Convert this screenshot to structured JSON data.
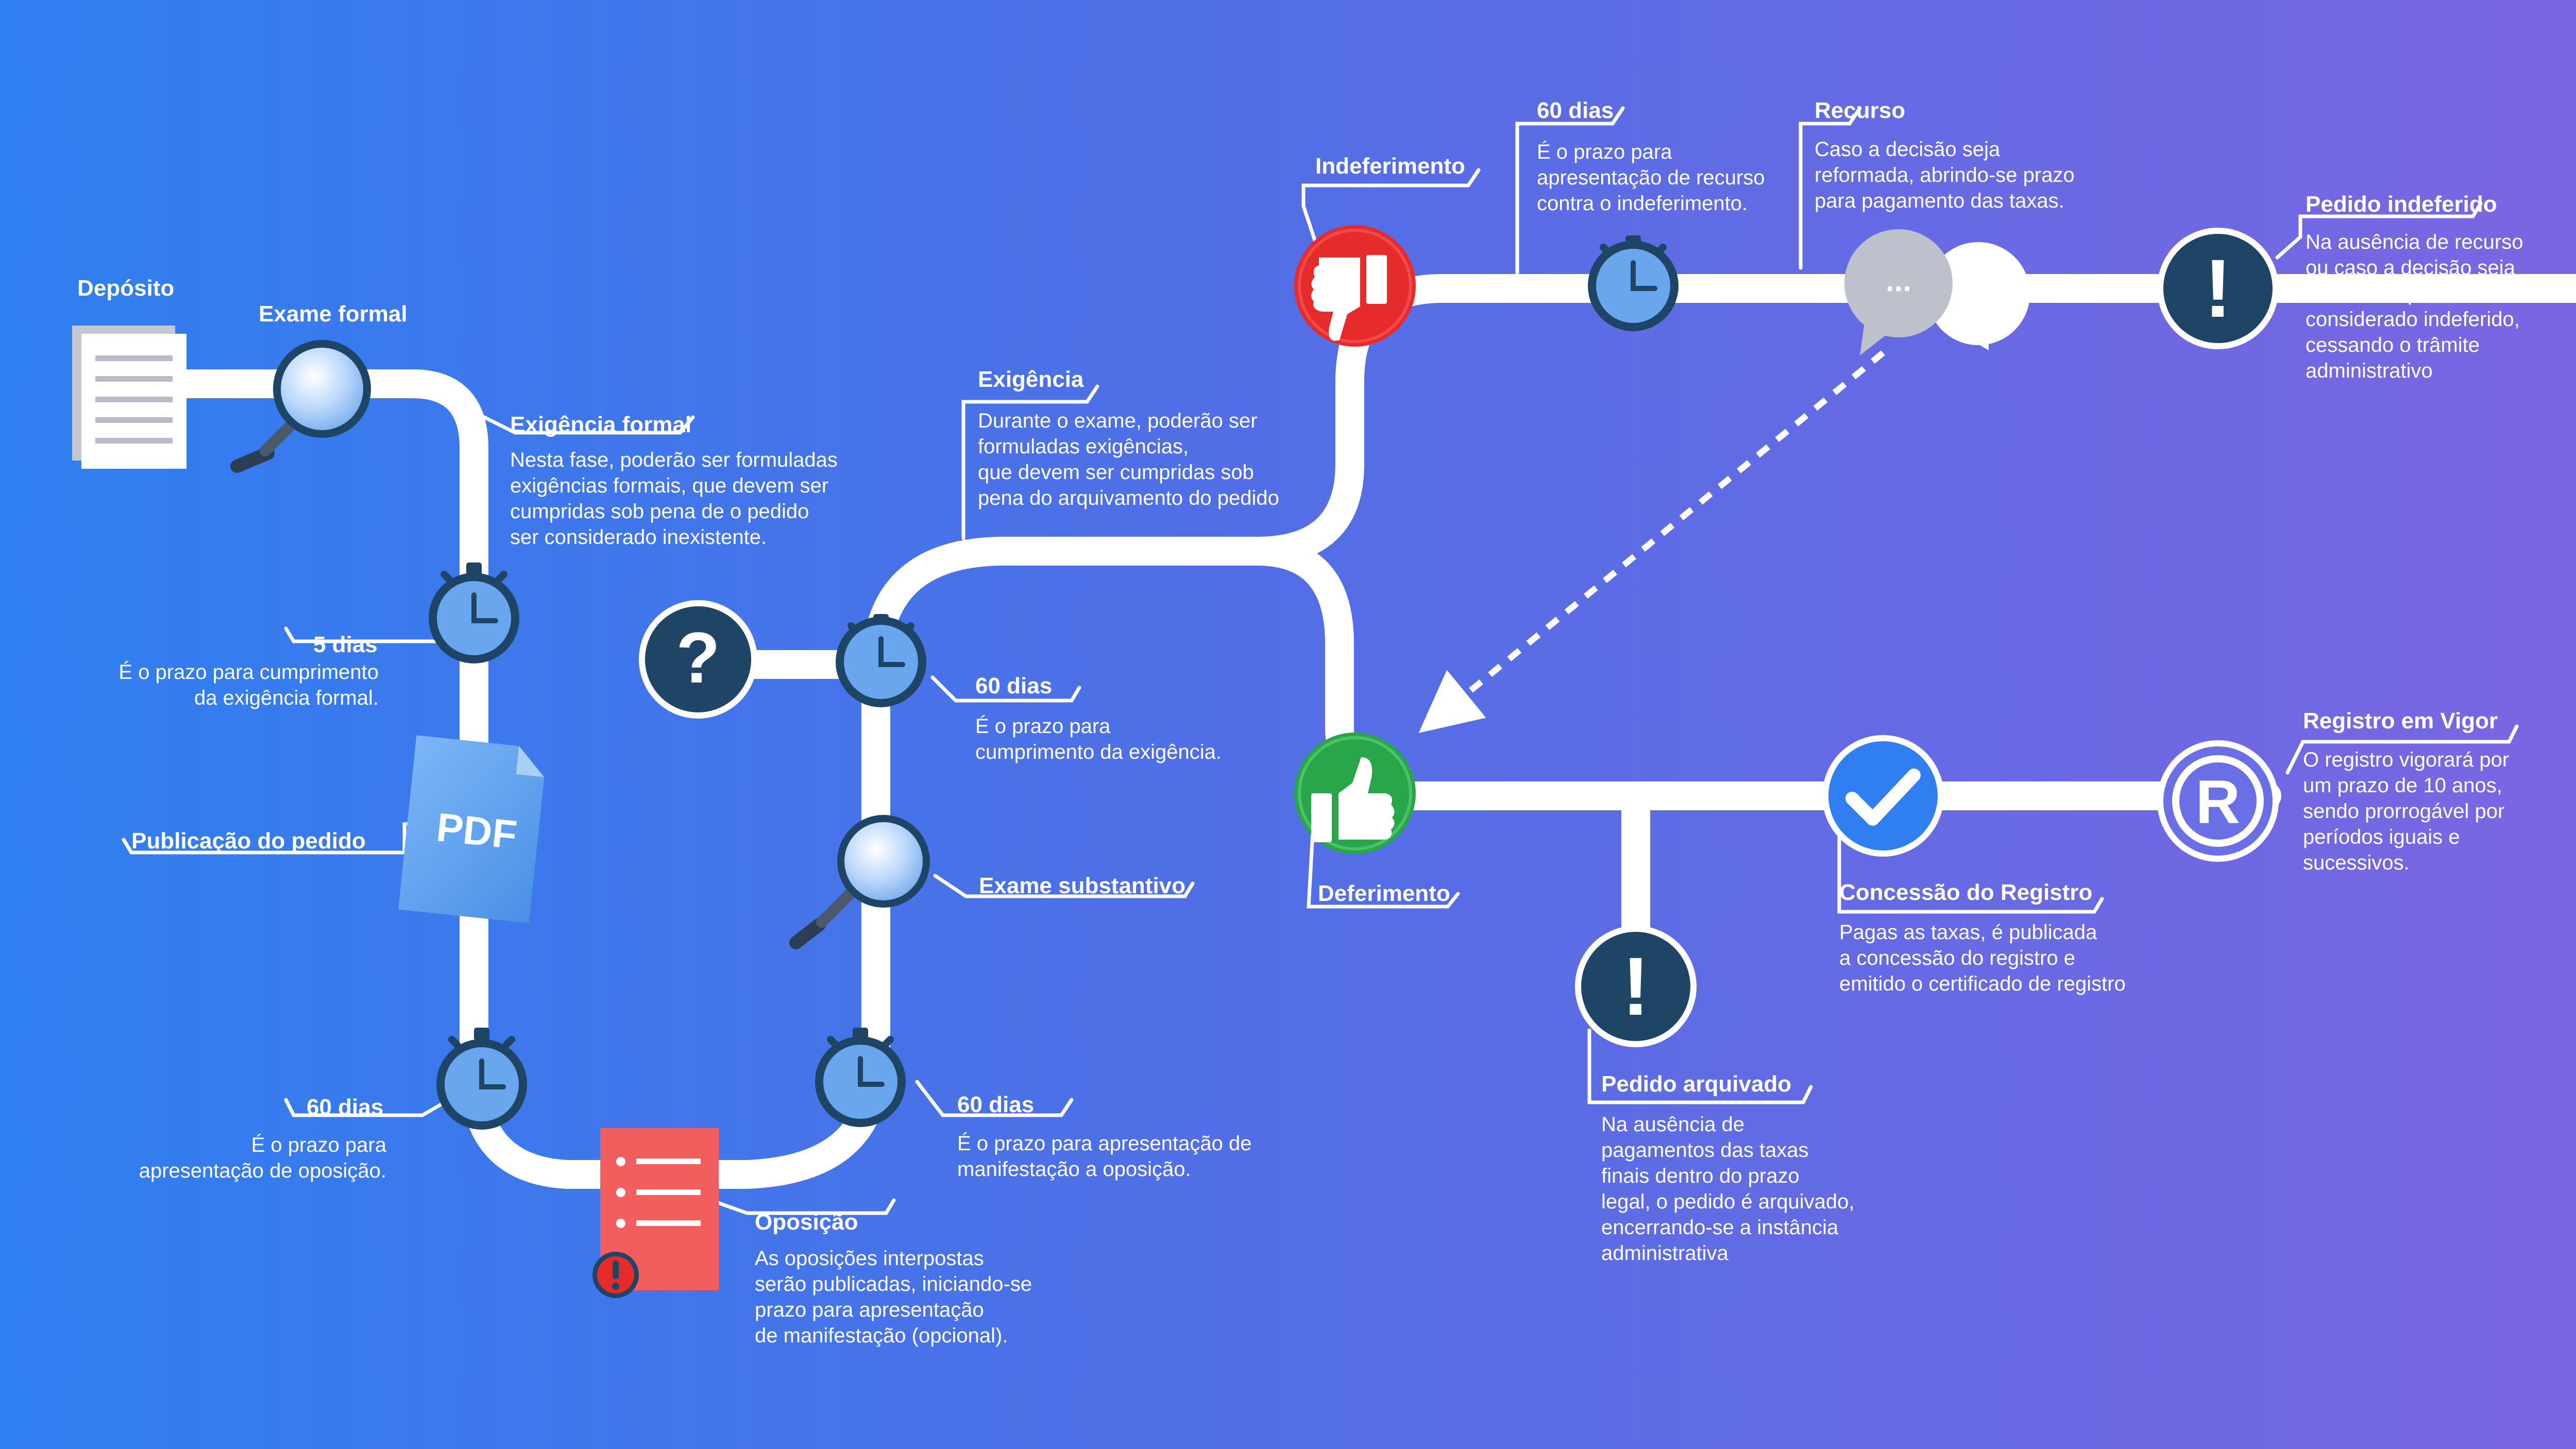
{
  "steps": {
    "deposito": "Depósito",
    "exame_formal": "Exame formal",
    "exigencia_formal": {
      "title": "Exigência formal",
      "text": "Nesta fase, poderão ser formuladas\nexigências formais, que devem ser\ncumpridas sob pena de o pedido\nser considerado inexistente."
    },
    "cinco_dias": {
      "title": "5 dias",
      "text": "É o prazo para cumprimento\nda exigência formal."
    },
    "publicacao": "Publicação do pedido",
    "sessenta_oposicao": {
      "title": "60 dias",
      "text": "É o prazo para\napresentação de oposição."
    },
    "oposicao": {
      "title": "Oposição",
      "text": "As oposições interpostas\nserão publicadas, iniciando-se\nprazo para apresentação\nde manifestação (opcional)."
    },
    "sessenta_manifestacao": {
      "title": "60 dias",
      "text": "É o prazo para apresentação de\nmanifestação a oposição."
    },
    "exame_substantivo": "Exame substantivo",
    "sessenta_exigencia": {
      "title": "60 dias",
      "text": "É o prazo para\ncumprimento da exigência."
    },
    "exigencia": {
      "title": "Exigência",
      "text": "Durante o exame, poderão ser\nformuladas exigências,\nque devem ser cumpridas sob\npena do arquivamento do pedido"
    },
    "indeferimento": "Indeferimento",
    "sessenta_recurso": {
      "title": "60 dias",
      "text": "É o prazo para\napresentação de recurso\ncontra o indeferimento."
    },
    "recurso": {
      "title": "Recurso",
      "text": "Caso a decisão seja\nreformada, abrindo-se prazo\npara pagamento das taxas."
    },
    "pedido_indeferido": {
      "title": "Pedido indeferido",
      "text": "Na ausência de recurso\nou caso a decisão seja\nmantida, o pedido é\nconsiderado indeferido,\ncessando o trâmite\nadministrativo"
    },
    "deferimento": "Deferimento",
    "pedido_arquivado": {
      "title": "Pedido arquivado",
      "text": "Na ausência de\npagamentos das taxas\nfinais dentro do prazo\nlegal, o pedido é arquivado,\nencerrando-se a instância\nadministrativa"
    },
    "concessao": {
      "title": "Concessão do Registro",
      "text": "Pagas as taxas, é publicada\na concessão do registro e\nemitido o certificado de registro"
    },
    "registro_vigor": {
      "title": "Registro em Vigor",
      "text": "O registro vigorará por\num prazo de 10 anos,\nsendo prorrogável por\nperíodos iguais e\nsucessivos."
    }
  },
  "icons": {
    "pdf_label": "PDF",
    "question_mark": "?",
    "exclamation_mark": "!",
    "registered_mark": "R",
    "speech_dots": "..."
  },
  "colors": {
    "path": "#ffffff",
    "dark_circle": "#1e4466",
    "clock_face": "#69a6ee",
    "red": "#e52b2b",
    "green": "#2aa64a",
    "blue_check": "#2f7ff0",
    "opposition_doc": "#f25d5d"
  }
}
